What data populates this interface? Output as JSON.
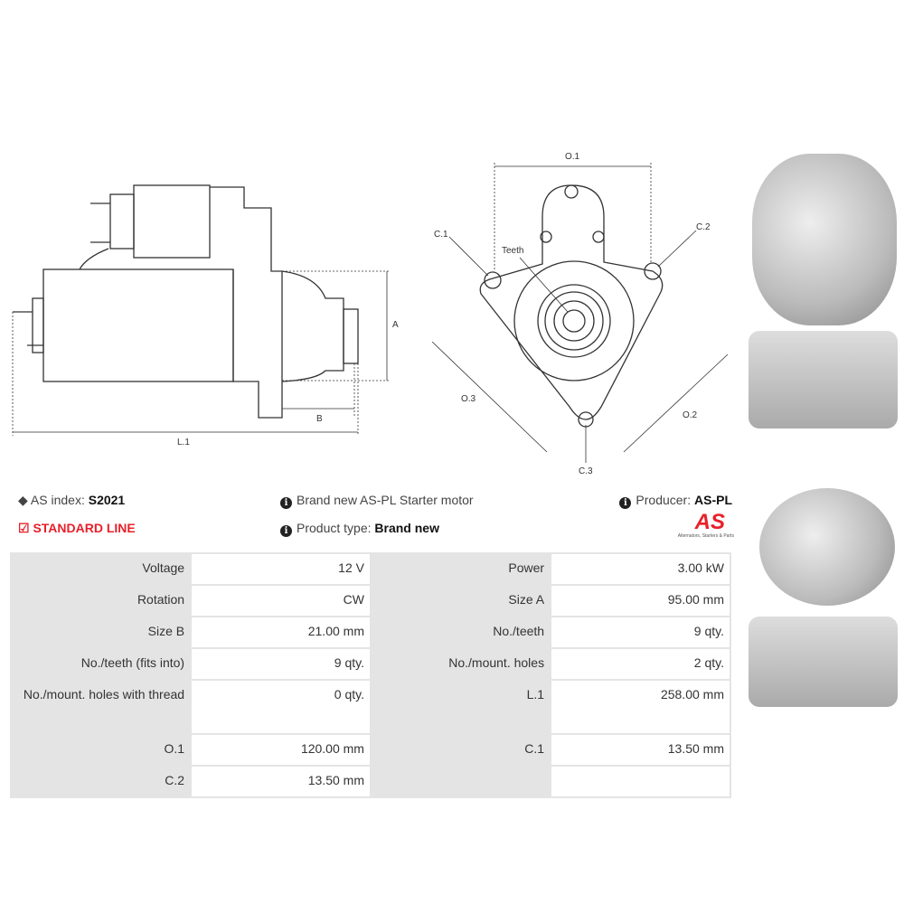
{
  "drawing_labels": {
    "a": "A",
    "b": "B",
    "l1": "L.1",
    "o1": "O.1",
    "o2": "O.2",
    "o3": "O.3",
    "c1": "C.1",
    "c2": "C.2",
    "c3": "C.3",
    "teeth": "Teeth"
  },
  "info": {
    "as_index_label": "AS index:",
    "as_index_value": "S2021",
    "standard_line": "STANDARD LINE",
    "description": "Brand new AS-PL Starter motor",
    "product_type_label": "Product type:",
    "product_type_value": "Brand new",
    "producer_label": "Producer:",
    "producer_value": "AS-PL",
    "logo_text": "AS",
    "logo_tagline": "Alternators, Starters & Parts"
  },
  "colors": {
    "accent": "#e8202a"
  },
  "specs": [
    [
      "Voltage",
      "12 V",
      "Power",
      "3.00 kW"
    ],
    [
      "Rotation",
      "CW",
      "Size A",
      "95.00 mm"
    ],
    [
      "Size B",
      "21.00 mm",
      "No./teeth",
      "9 qty."
    ],
    [
      "No./teeth (fits into)",
      "9 qty.",
      "No./mount. holes",
      "2 qty."
    ],
    [
      "No./mount. holes with thread",
      "0 qty.",
      "L.1",
      "258.00 mm"
    ],
    [
      "O.1",
      "120.00 mm",
      "C.1",
      "13.50 mm"
    ],
    [
      "C.2",
      "13.50 mm",
      "",
      ""
    ]
  ]
}
